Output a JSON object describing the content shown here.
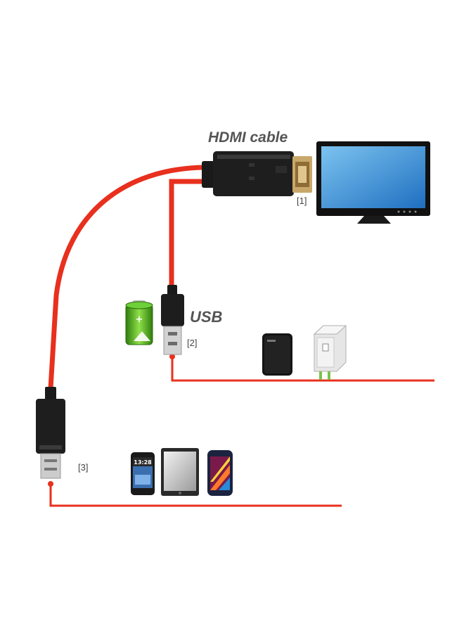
{
  "labels": {
    "hdmi_cable": "HDMI cable",
    "usb": "USB",
    "ref_1": "[1]",
    "ref_2": "[2]",
    "ref_3": "[3]"
  },
  "colors": {
    "cable": "#e8301e",
    "connector": "#1a1a1a",
    "screen": "#3a8fd6",
    "battery": "#4caf1a"
  },
  "devices": {
    "tv_clock_digits": "13:28"
  }
}
